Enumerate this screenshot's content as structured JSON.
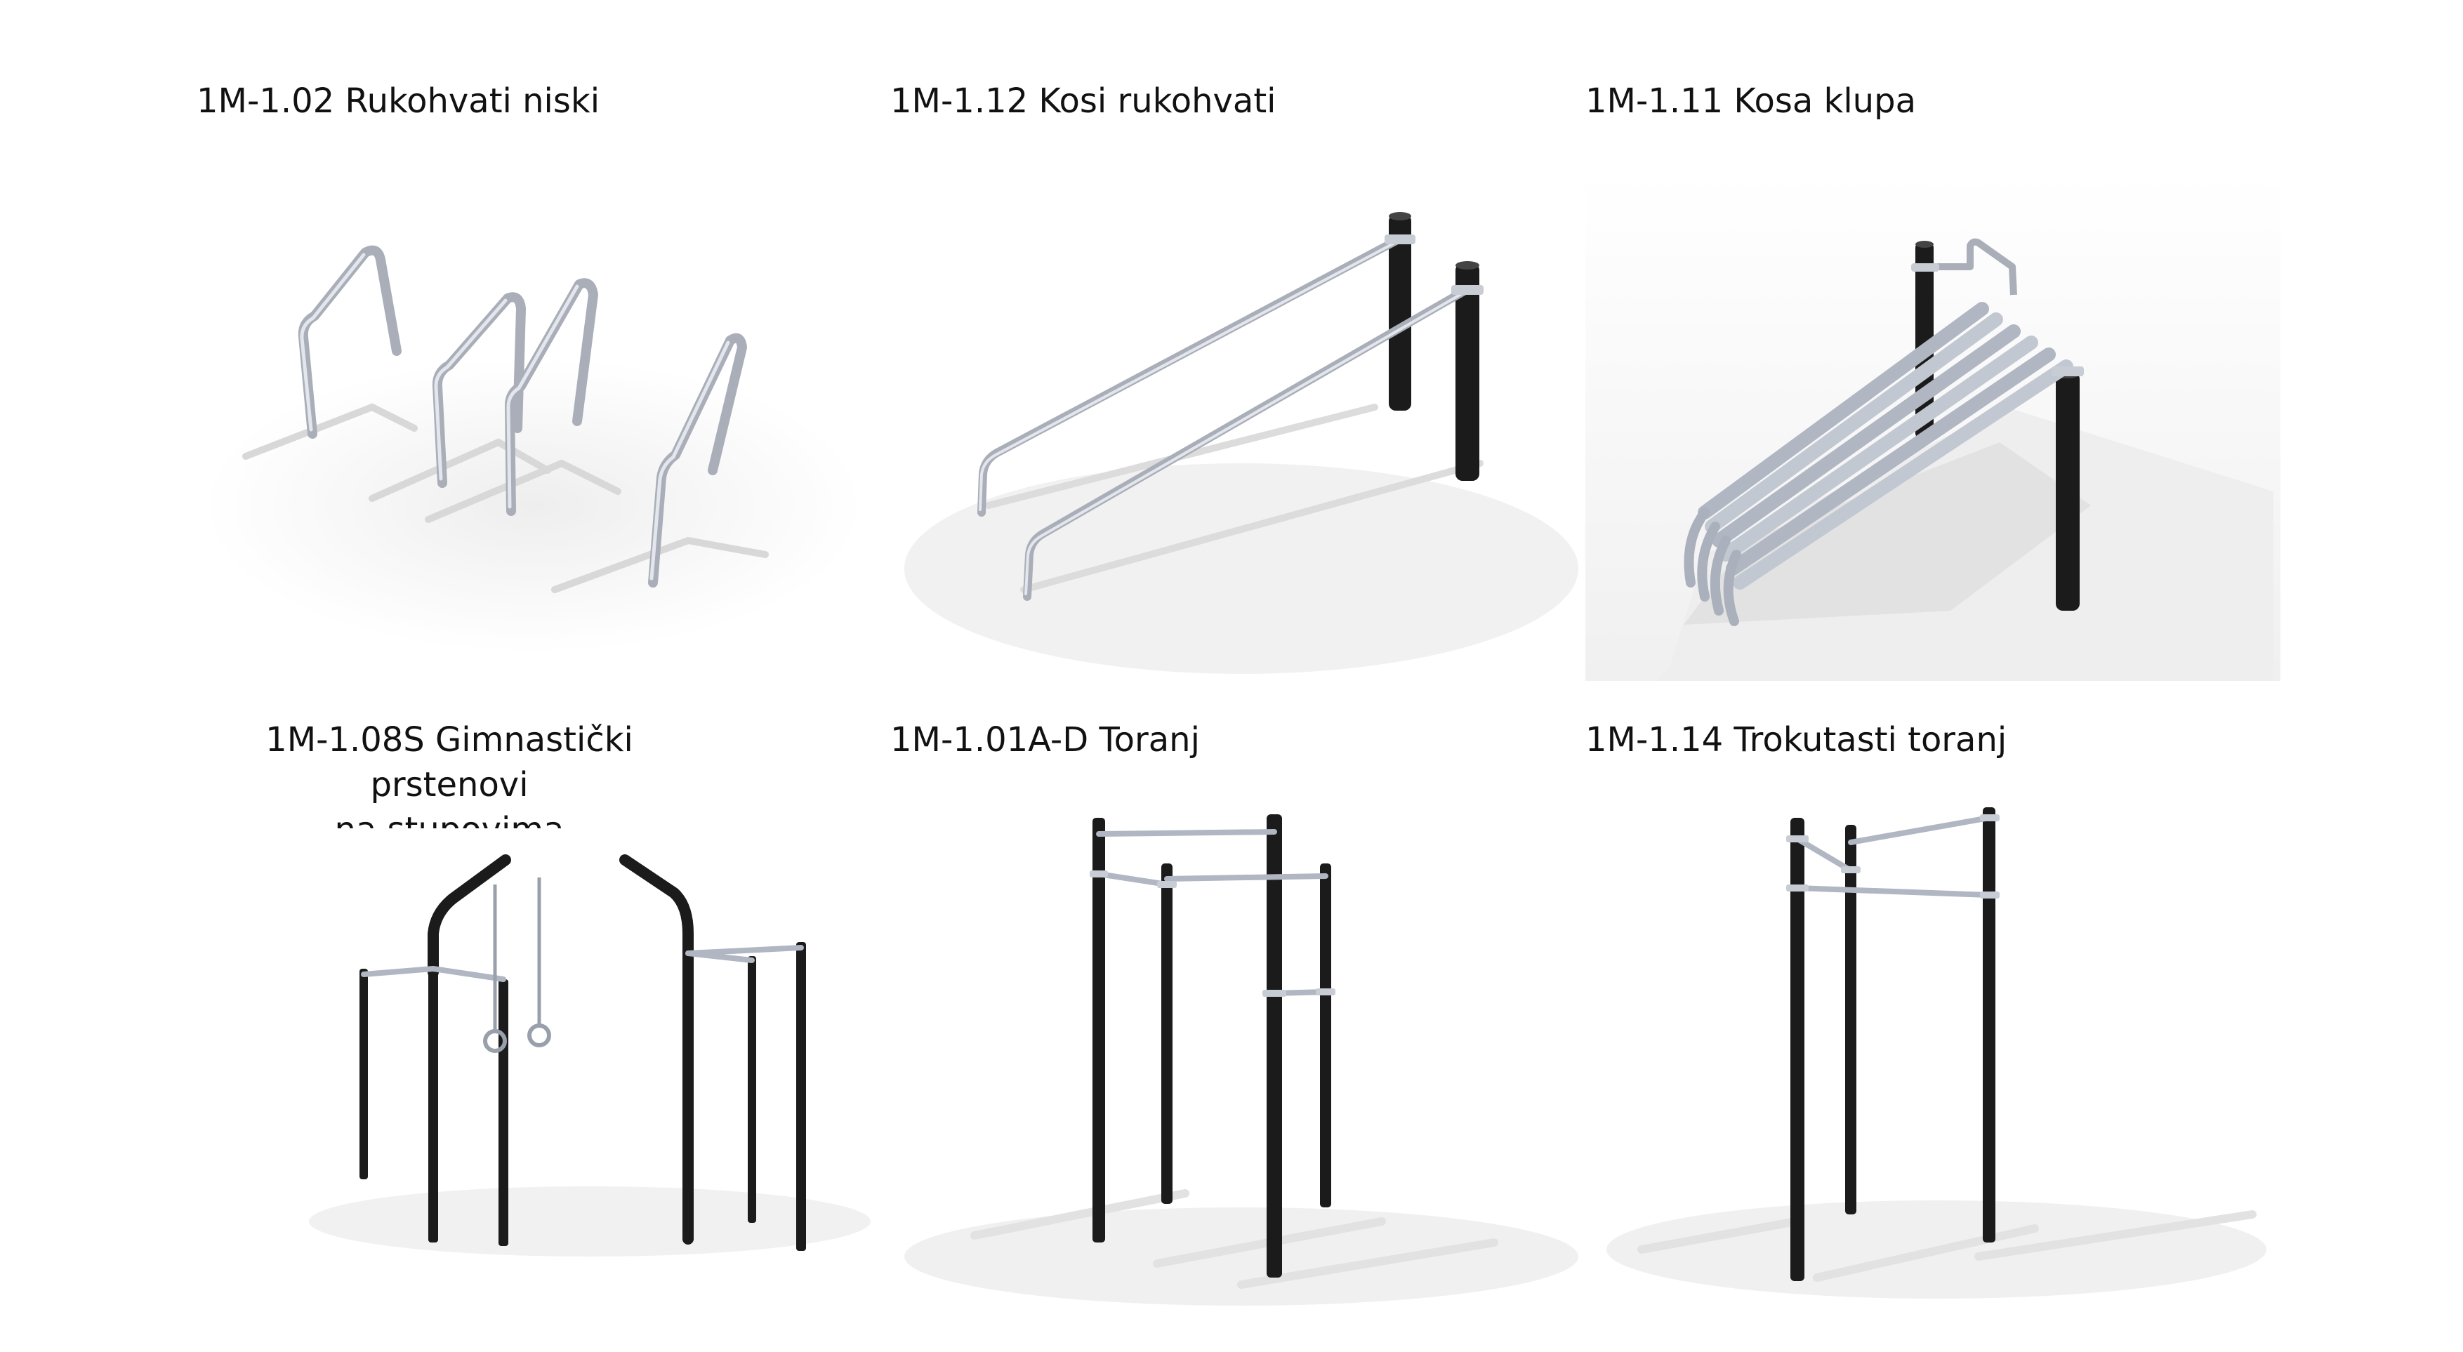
{
  "products": [
    {
      "id": "rukohvati-niski",
      "title": "1M-1.02 Rukohvati niski"
    },
    {
      "id": "kosi-rukohvati",
      "title": "1M-1.12 Kosi rukohvati"
    },
    {
      "id": "kosa-klupa",
      "title": "1M-1.11 Kosa klupa"
    },
    {
      "id": "gimnasticki-prstenovi",
      "title_lines": [
        "1M-1.08S Gimnastički prstenovi",
        "na stupovima"
      ]
    },
    {
      "id": "toranj",
      "title": "1M-1.01A-D Toranj"
    },
    {
      "id": "trokutasti-toranj",
      "title": "1M-1.14 Trokutasti toranj"
    }
  ],
  "colors": {
    "post": "#1b1b1b",
    "bar": "#b7bcc6",
    "bar_light": "#dfe2e8",
    "shadow": "#e6e6e6"
  }
}
